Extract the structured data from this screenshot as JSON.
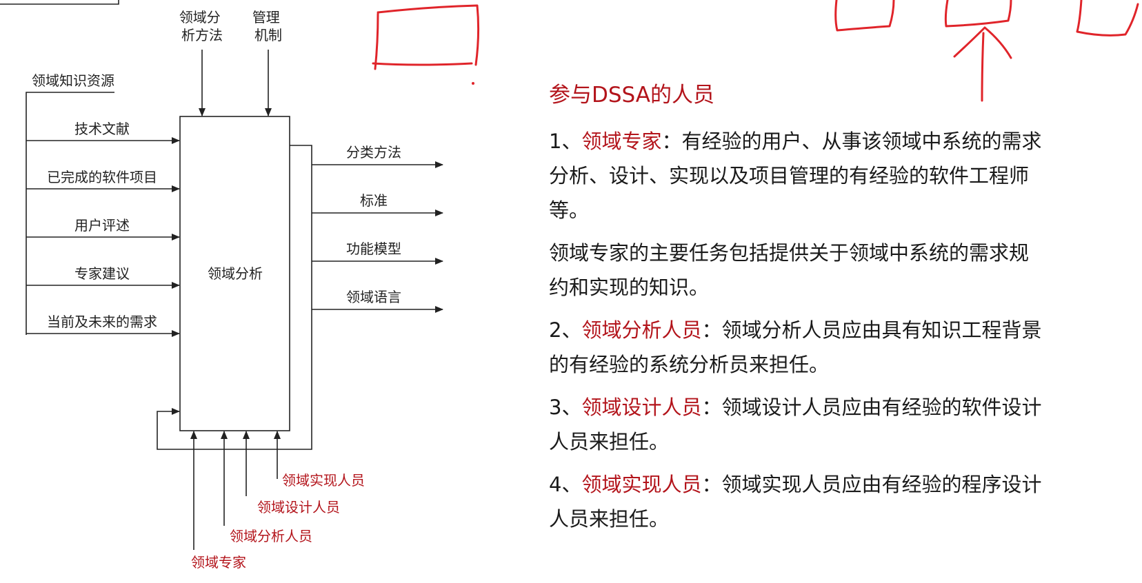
{
  "diagram": {
    "controls": [
      "领域分\n析方法",
      "管理\n机制"
    ],
    "resource_header": "领域知识资源",
    "inputs": [
      "技术文献",
      "已完成的软件项目",
      "用户评述",
      "专家建议",
      "当前及未来的需求"
    ],
    "process": "领域分析",
    "outputs": [
      "分类方法",
      "标准",
      "功能模型",
      "领域语言"
    ],
    "mechanisms": [
      "领域实现人员",
      "领域设计人员",
      "领域分析人员",
      "领域专家"
    ]
  },
  "text": {
    "heading": "参与DSSA的人员",
    "items": [
      {
        "num": "1、",
        "role": "领域专家",
        "colon": "：",
        "desc": "有经验的用户、从事该领域中系统的需求分析、设计、实现以及项目管理的有经验的软件工程师等。"
      },
      {
        "extra": "领域专家的主要任务包括提供关于领域中系统的需求规约和实现的知识。"
      },
      {
        "num": "2、",
        "role": "领域分析人员",
        "colon": "：",
        "desc": "领域分析人员应由具有知识工程背景的有经验的系统分析员来担任。"
      },
      {
        "num": "3、",
        "role": "领域设计人员",
        "colon": "：",
        "desc": "领域设计人员应由有经验的软件设计人员来担任。"
      },
      {
        "num": "4、",
        "role": "领域实现人员",
        "colon": "：",
        "desc": "领域实现人员应由有经验的程序设计人员来担任。"
      }
    ]
  },
  "colors": {
    "accent": "#b3141b",
    "ink": "#e0242a",
    "line": "#222222"
  }
}
